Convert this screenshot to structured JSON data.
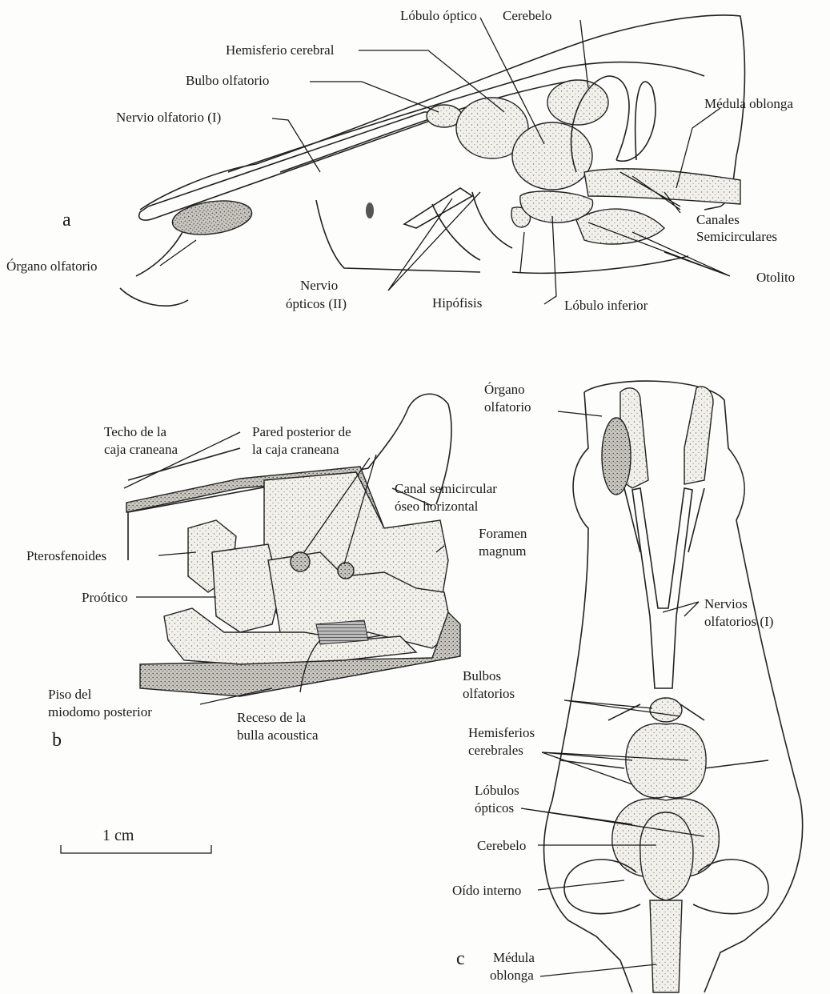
{
  "panel_a": {
    "letter": "a",
    "labels": {
      "lobulo_optico": "Lóbulo óptico",
      "cerebelo": "Cerebelo",
      "hemisferio_cerebral": "Hemisferio cerebral",
      "bulbo_olfatorio": "Bulbo olfatorio",
      "nervio_olfatorio": "Nervio olfatorio (I)",
      "medula_oblonga": "Médula oblonga",
      "canales_1": "Canales",
      "canales_2": "Semicirculares",
      "organo_olfatorio": "Órgano olfatorio",
      "otolito": "Otolito",
      "nervio_opticos_1": "Nervio",
      "nervio_opticos_2": "ópticos (II)",
      "hipofisis": "Hipófisis",
      "lobulo_inferior": "Lóbulo inferior"
    }
  },
  "panel_b": {
    "letter": "b",
    "labels": {
      "techo_1": "Techo de la",
      "techo_2": "caja craneana",
      "pared_1": "Pared posterior de",
      "pared_2": "la caja craneana",
      "canal_1": "Canal semicircular",
      "canal_2": "óseo horizontal",
      "foramen_1": "Foramen",
      "foramen_2": "magnum",
      "pterosfenoides": "Pterosfenoides",
      "prootico": "Proótico",
      "piso_1": "Piso del",
      "piso_2": "miodomo posterior",
      "receso_1": "Receso de la",
      "receso_2": "bulla acoustica"
    }
  },
  "panel_c": {
    "letter": "c",
    "labels": {
      "organo_1": "Órgano",
      "organo_2": "olfatorio",
      "nervios_1": "Nervios",
      "nervios_2": "olfatorios (I)",
      "bulbos_1": "Bulbos",
      "bulbos_2": "olfatorios",
      "hemisferios_1": "Hemisferios",
      "hemisferios_2": "cerebrales",
      "lobulos_1": "Lóbulos",
      "lobulos_2": "ópticos",
      "cerebelo": "Cerebelo",
      "oido": "Oído interno",
      "medula_1": "Médula",
      "medula_2": "oblonga"
    }
  },
  "scale_bar": {
    "label": "1 cm"
  }
}
